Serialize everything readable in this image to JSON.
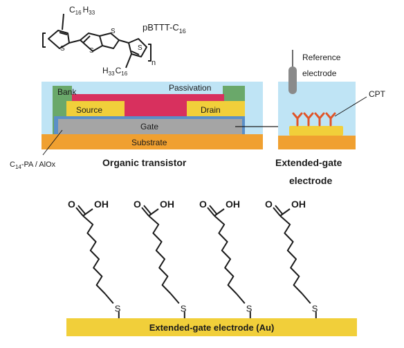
{
  "polymer": {
    "name": "pBTTT-C",
    "name_sub": "16",
    "sub_n": "n",
    "chain_top": "C",
    "chain_top_sub": "16",
    "chain_top_h": "H",
    "chain_top_h_sub": "33",
    "chain_bottom_h": "H",
    "chain_bottom_h_sub": "33",
    "chain_bottom": "C",
    "chain_bottom_sub": "16",
    "atom_s": "S"
  },
  "transistor": {
    "bank": "Bank",
    "passivation": "Passivation",
    "source": "Source",
    "drain": "Drain",
    "gate": "Gate",
    "substrate": "Substrate",
    "dielectric_label": "C",
    "dielectric_sub": "14",
    "dielectric_rest": "-PA / AlOx",
    "caption": "Organic transistor"
  },
  "extended_gate": {
    "reference_line1": "Reference",
    "reference_line2": "electrode",
    "cpt": "CPT",
    "caption_line1": "Extended-gate",
    "caption_line2": "electrode"
  },
  "sam": {
    "head_group": "O",
    "head_oh": "OH",
    "sulfur": "S",
    "chain_count": 4,
    "electrode_label": "Extended-gate electrode (Au)"
  },
  "colors": {
    "passivation_fill": "#bfe4f5",
    "bank": "#6aa86a",
    "semiconductor": "#d8305e",
    "electrode": "#f1cf3a",
    "gate": "#a5a5a5",
    "substrate": "#f0a030",
    "dielectric": "#5a8fc8",
    "cpt": "#e0552a",
    "probe": "#8a8a8a"
  }
}
